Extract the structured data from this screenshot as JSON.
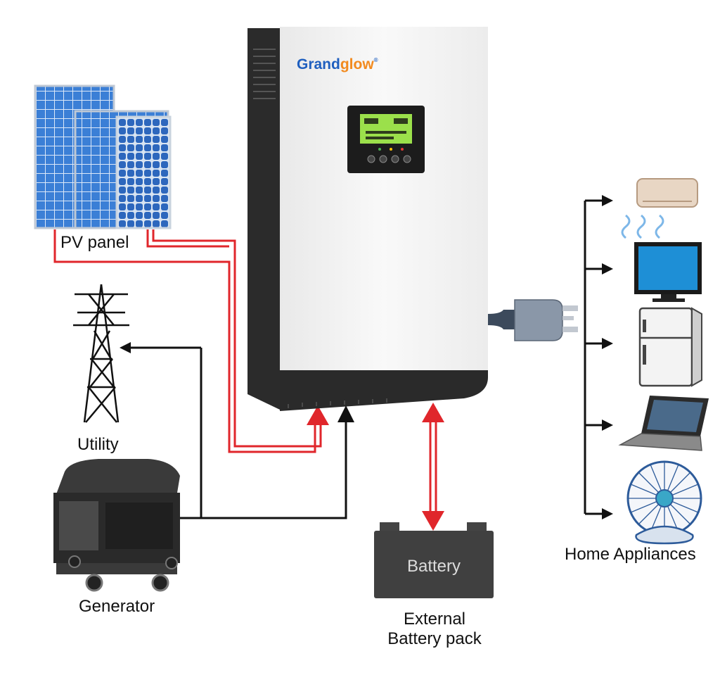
{
  "brand": {
    "name_part1": "Grand",
    "name_part2": "glow",
    "mark": "®",
    "color_blue": "#1f5fbf",
    "color_orange": "#f28a1e"
  },
  "labels": {
    "pv_panel": "PV panel",
    "utility": "Utility",
    "generator": "Generator",
    "battery": "Battery",
    "external_battery_line1": "External",
    "external_battery_line2": "Battery pack",
    "home_appliances": "Home Appliances"
  },
  "colors": {
    "dc_line": "#e0262b",
    "ac_line": "#111111",
    "inverter_body": "#f4f4f4",
    "inverter_dark": "#2a2a2a",
    "lcd": "#9be04b",
    "panel_blue": "#2f6fc6"
  },
  "icons": [
    "solar-panel-icon",
    "power-tower-icon",
    "generator-icon",
    "battery-icon",
    "plug-icon",
    "air-conditioner-icon",
    "tv-icon",
    "fridge-icon",
    "laptop-icon",
    "fan-icon"
  ]
}
